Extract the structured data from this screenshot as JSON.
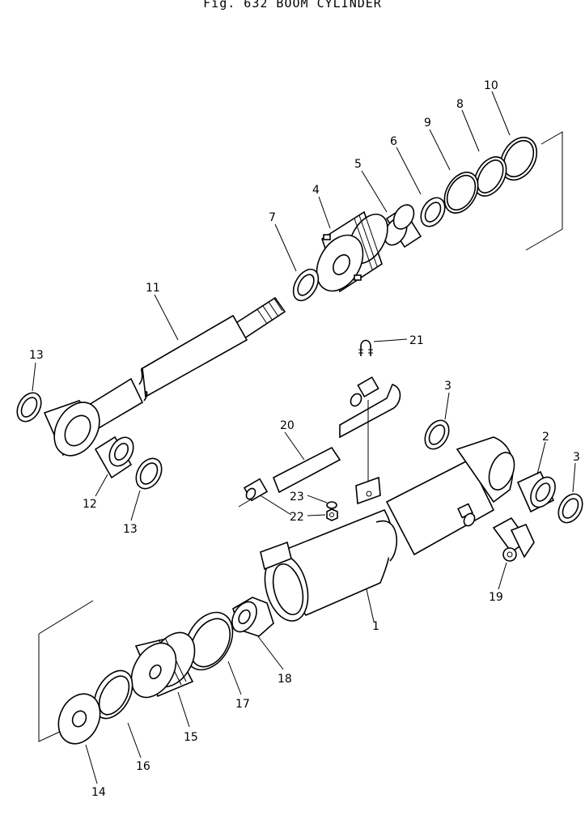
{
  "title": "Fig. 632   BOOM CYLINDER",
  "callouts": [
    "1",
    "2",
    "3",
    "3",
    "4",
    "5",
    "6",
    "7",
    "8",
    "9",
    "10",
    "11",
    "12",
    "13",
    "13",
    "14",
    "15",
    "16",
    "17",
    "18",
    "19",
    "20",
    "21",
    "22",
    "23"
  ]
}
